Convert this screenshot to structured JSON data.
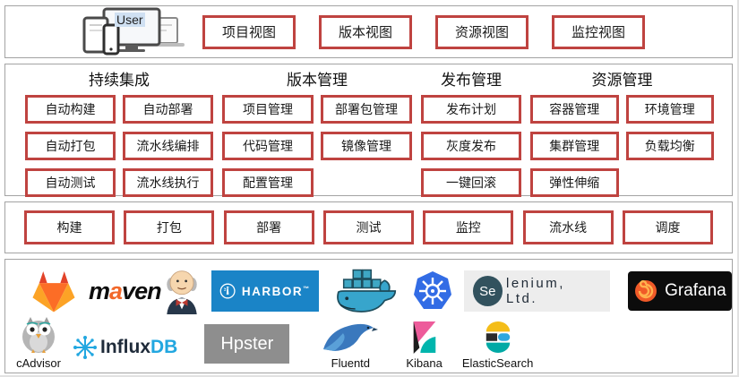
{
  "colors": {
    "accent_red": "#bf4340",
    "panel_border": "#a3a3a3",
    "harbor_blue": "#1a84c7",
    "kubernetes_blue": "#326ce5",
    "grafana_black": "#0c0c0c"
  },
  "user": {
    "label": "User"
  },
  "views": {
    "items": [
      "项目视图",
      "版本视图",
      "资源视图",
      "监控视图"
    ]
  },
  "capabilities": {
    "groups": [
      {
        "title": "持续集成",
        "items": [
          "自动构建",
          "自动部署",
          "自动打包",
          "流水线编排",
          "自动测试",
          "流水线执行"
        ]
      },
      {
        "title": "版本管理",
        "items": [
          "项目管理",
          "部署包管理",
          "代码管理",
          "镜像管理",
          "配置管理"
        ]
      },
      {
        "title": "发布管理",
        "items": [
          "发布计划",
          "灰度发布",
          "一键回滚"
        ]
      },
      {
        "title": "资源管理",
        "items": [
          "容器管理",
          "环境管理",
          "集群管理",
          "负载均衡",
          "弹性伸缩"
        ]
      }
    ]
  },
  "engines": {
    "items": [
      "构建",
      "打包",
      "部署",
      "测试",
      "监控",
      "流水线",
      "调度"
    ]
  },
  "tools": {
    "maven": {
      "m": "m",
      "a": "a",
      "ven": "ven"
    },
    "harbor": {
      "label": "HARBOR",
      "tm": "™"
    },
    "selenium": {
      "initial": "Se",
      "rest": "lenium, Ltd."
    },
    "grafana": {
      "label": "Grafana"
    },
    "cadvisor": {
      "label": "cAdvisor"
    },
    "influxdb": {
      "dark": "Influx",
      "blue": "DB"
    },
    "heapster": {
      "label": "Hpster"
    },
    "fluentd": {
      "label": "Fluentd"
    },
    "kibana": {
      "label": "Kibana"
    },
    "elasticsearch": {
      "label": "ElasticSearch"
    }
  }
}
